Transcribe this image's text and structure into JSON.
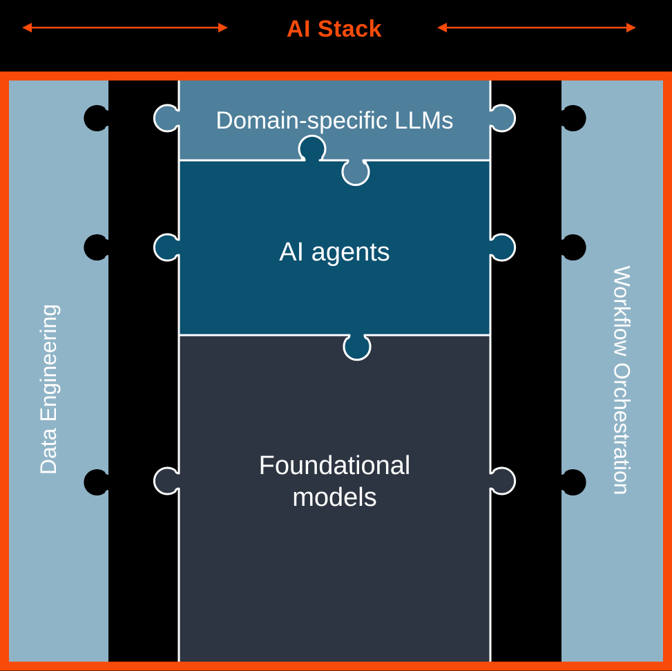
{
  "title": "AI Stack",
  "colors": {
    "background": "#000000",
    "accent_orange": "#F84B0A",
    "side_bar": "#90B4C7",
    "piece_top": "#4E7F9B",
    "piece_middle": "#0B5170",
    "piece_bottom": "#2E3542",
    "outline_white": "#FFFFFF",
    "label_text": "#FFFFFF"
  },
  "stack_pieces": [
    {
      "label": "Domain-specific LLMs"
    },
    {
      "label": "AI agents"
    },
    {
      "label": "Foundational\nmodels"
    }
  ],
  "side_bars": {
    "left": {
      "label": "Data Engineering"
    },
    "right": {
      "label": "Workflow Orchestration"
    }
  }
}
